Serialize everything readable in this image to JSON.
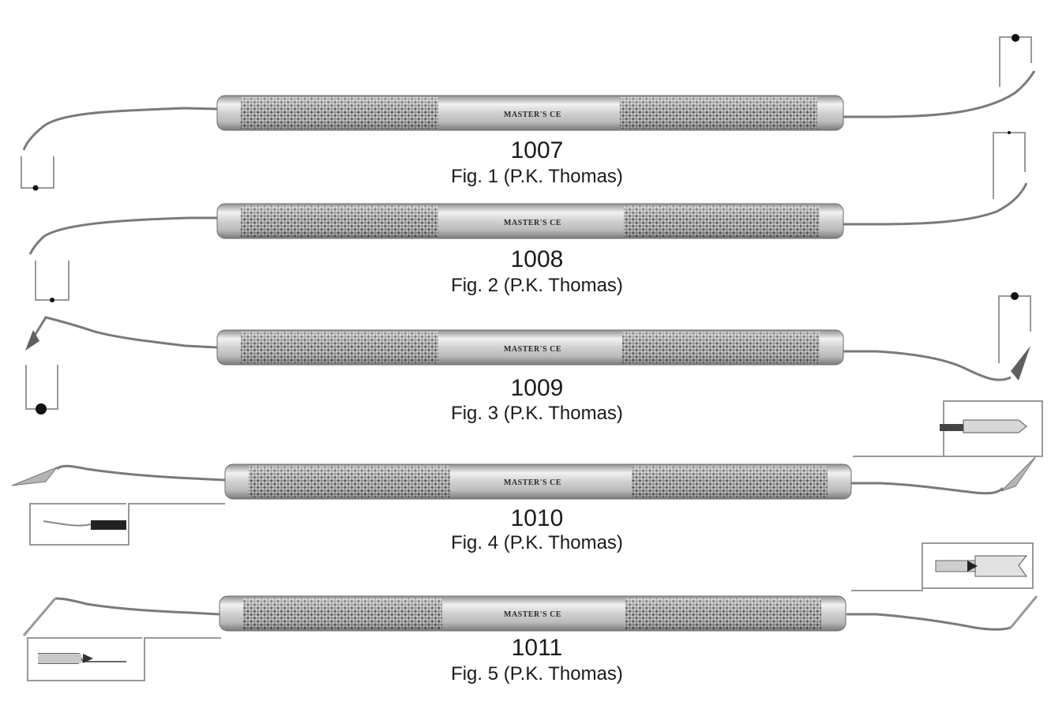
{
  "brand": "MASTER'S",
  "ce_mark": "CE",
  "instruments": [
    {
      "code": "1007",
      "caption": "Fig. 1 (P.K. Thomas)"
    },
    {
      "code": "1008",
      "caption": "Fig. 2 (P.K. Thomas)"
    },
    {
      "code": "1009",
      "caption": "Fig. 3 (P.K. Thomas)"
    },
    {
      "code": "1010",
      "caption": "Fig. 4 (P.K. Thomas)"
    },
    {
      "code": "1011",
      "caption": "Fig. 5 (P.K. Thomas)"
    }
  ]
}
